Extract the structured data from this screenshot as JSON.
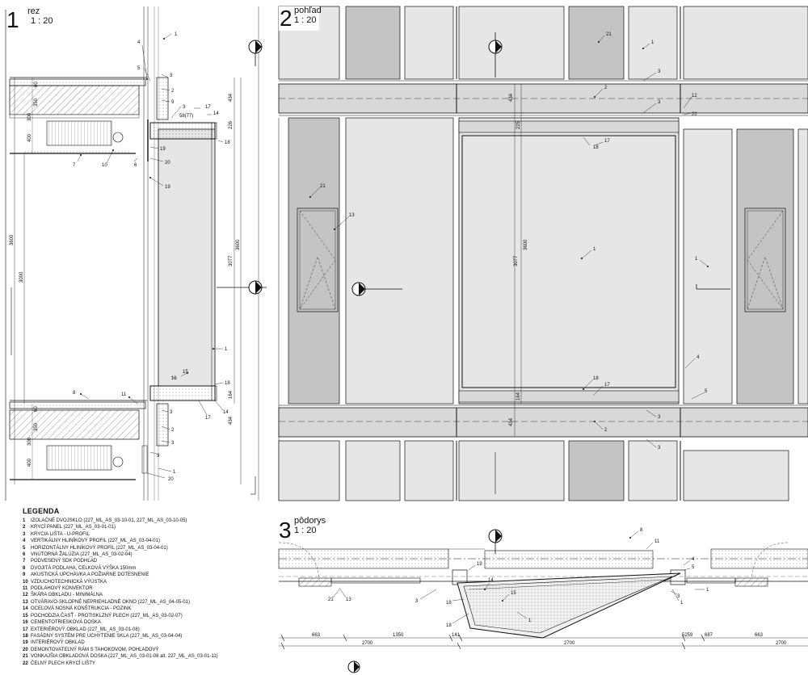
{
  "views": {
    "section": {
      "number": "1",
      "title": "rez",
      "scale": "1 : 20"
    },
    "elevation": {
      "number": "2",
      "title": "pohľad",
      "scale": "1 : 20"
    },
    "plan": {
      "number": "3",
      "title": "pôdorys",
      "scale": "1 : 20"
    }
  },
  "legend": {
    "title": "LEGENDA",
    "items": [
      {
        "no": "1",
        "text": "IZOLAČNÉ DVOJSKLO (227_ML_AS_03-10-01, 227_ML_AS_03-10-05)"
      },
      {
        "no": "2",
        "text": "KRYCÍ PANEL (227_ML_AS_03-01-01)"
      },
      {
        "no": "3",
        "text": "KRYCIA LIŠTA - U-PROFIL"
      },
      {
        "no": "4",
        "text": "VERTIKÁLNY HLINÍKOVÝ PROFIL (227_ML_AS_03-04-01)"
      },
      {
        "no": "5",
        "text": "HORIZONTÁLNY HLINÍKOVÝ PROFIL (227_ML_AS_03-04-01)"
      },
      {
        "no": "6",
        "text": "VNÚTORNÁ ŽALÚZIA (227_ML_AS_03-02-04)"
      },
      {
        "no": "7",
        "text": "PODVESENÝ SDK PODHĽAD"
      },
      {
        "no": "8",
        "text": "DVOJITÁ PODLAHA, CELKOVÁ VÝŠKA 150mm"
      },
      {
        "no": "9",
        "text": "AKUSTICKÁ UPCHÁVKA A POŽIARNE DOTESNENIE"
      },
      {
        "no": "10",
        "text": "VZDUCHOTECHNICKÁ VÝÚSTKA"
      },
      {
        "no": "11",
        "text": "PODLAHOVÝ KONVEKTOR"
      },
      {
        "no": "12",
        "text": "ŠKÁRA OBKLADU - MINIMÁLNA"
      },
      {
        "no": "13",
        "text": "OTVÁRAVO-SKLOPNÉ NEPRIEHĽADNÉ OKNO (227_ML_AS_04-05-01)"
      },
      {
        "no": "14",
        "text": "OCEĽOVÁ NOSNÁ KONŠTRUKCIA - POZINK"
      },
      {
        "no": "15",
        "text": "POCHODZIA ČASŤ - PROTISKLZNÝ PLECH (227_ML_AS_03-02-07)"
      },
      {
        "no": "16",
        "text": "CEMENTOTRIESKOVÁ DOSKA"
      },
      {
        "no": "17",
        "text": "EXTERIÉROVÝ OBKLAD (227_ML_AS_03-01-08)"
      },
      {
        "no": "18",
        "text": "FASÁDNY SYSTÉM PRE UCHYTENIE SKLA (227_ML_AS_03-04-04)"
      },
      {
        "no": "19",
        "text": "INTERIÉROVÝ OBKLAD"
      },
      {
        "no": "20",
        "text": "DEMONTOVATEĽNÝ RÁM S TAHOKOVOM, POHĽADOVÝ"
      },
      {
        "no": "21",
        "text": "VONKAJŠIA OBKLADOVÁ DOSKA (227_ML_AS_03-01-08 alt. 227_ML_AS_03-01-11)"
      },
      {
        "no": "22",
        "text": "ČELNÝ PLECH KRYCÍ LIŠTY"
      }
    ]
  },
  "section_labels": {
    "tags": [
      "1",
      "4",
      "5",
      "3",
      "2",
      "9",
      "3",
      "17",
      "14",
      "18",
      "19",
      "20",
      "19",
      "6",
      "10",
      "7",
      "1",
      "15",
      "16",
      "18",
      "17",
      "14",
      "11",
      "8",
      "3",
      "2",
      "3",
      "9",
      "1",
      "20"
    ],
    "dims": [
      "434",
      "226",
      "3600",
      "3077",
      "164",
      "434",
      "3600",
      "3000",
      "300",
      "400",
      "300",
      "400",
      "350",
      "60",
      "350",
      "60",
      "58(77)"
    ]
  },
  "elevation_labels": {
    "tags": [
      "21",
      "1",
      "3",
      "2",
      "3",
      "12",
      "22",
      "17",
      "18",
      "13",
      "21",
      "1",
      "1",
      "4",
      "5",
      "18",
      "17",
      "3",
      "2",
      "3"
    ],
    "dims": [
      "434",
      "225",
      "3600",
      "3077",
      "164",
      "434"
    ]
  },
  "plan_labels": {
    "tags": [
      "8",
      "11",
      "19",
      "4",
      "5",
      "21",
      "13",
      "3",
      "14",
      "15",
      "1",
      "18",
      "18",
      "1",
      "1",
      "3"
    ],
    "dims": [
      "663",
      "1350",
      "141",
      "5259",
      "687",
      "663",
      "2700",
      "2700",
      "2700"
    ]
  },
  "colors": {
    "glass_panel": "#e6e6e6",
    "dark_panel": "#c4c4c4",
    "spandrel": "#d8d8d8",
    "line": "#111111"
  }
}
